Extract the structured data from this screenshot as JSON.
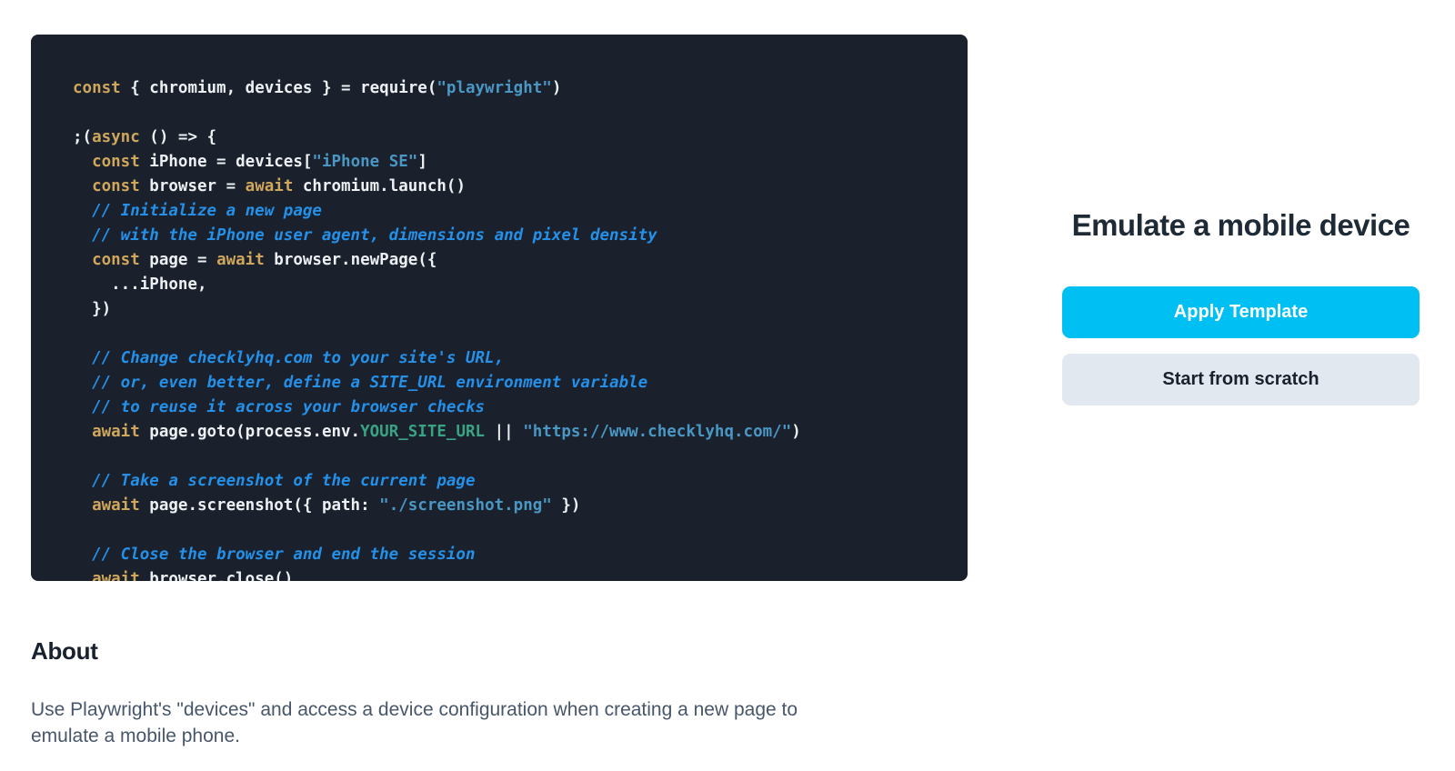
{
  "colors": {
    "code_background": "#1a202c",
    "token_keyword": "#cfa75c",
    "token_default": "#edf0f3",
    "token_comment": "#2490e8",
    "token_string": "#4a97c4",
    "token_env_var": "#3aa384",
    "apply_button_bg": "#00c0f3",
    "apply_button_text": "#ffffff",
    "scratch_button_bg": "#e2e8f0",
    "scratch_button_text": "#1a202c"
  },
  "code_panel": {
    "language": "javascript",
    "lines": [
      [
        [
          "kw",
          "const"
        ],
        [
          "def",
          " { chromium, devices } = require("
        ],
        [
          "str",
          "\"playwright\""
        ],
        [
          "def",
          ")"
        ]
      ],
      [],
      [
        [
          "def",
          ";("
        ],
        [
          "kw",
          "async"
        ],
        [
          "def",
          " () => {"
        ]
      ],
      [
        [
          "def",
          "  "
        ],
        [
          "kw",
          "const"
        ],
        [
          "def",
          " iPhone = devices["
        ],
        [
          "str",
          "\"iPhone SE\""
        ],
        [
          "def",
          "]"
        ]
      ],
      [
        [
          "def",
          "  "
        ],
        [
          "kw",
          "const"
        ],
        [
          "def",
          " browser = "
        ],
        [
          "kw",
          "await"
        ],
        [
          "def",
          " chromium.launch()"
        ]
      ],
      [
        [
          "com",
          "  // Initialize a new page"
        ]
      ],
      [
        [
          "com",
          "  // with the iPhone user agent, dimensions and pixel density"
        ]
      ],
      [
        [
          "def",
          "  "
        ],
        [
          "kw",
          "const"
        ],
        [
          "def",
          " page = "
        ],
        [
          "kw",
          "await"
        ],
        [
          "def",
          " browser.newPage({"
        ]
      ],
      [
        [
          "def",
          "    ...iPhone,"
        ]
      ],
      [
        [
          "def",
          "  })"
        ]
      ],
      [],
      [
        [
          "com",
          "  // Change checklyhq.com to your site's URL,"
        ]
      ],
      [
        [
          "com",
          "  // or, even better, define a SITE_URL environment variable"
        ]
      ],
      [
        [
          "com",
          "  // to reuse it across your browser checks"
        ]
      ],
      [
        [
          "def",
          "  "
        ],
        [
          "kw",
          "await"
        ],
        [
          "def",
          " page.goto(process.env."
        ],
        [
          "env",
          "YOUR_SITE_URL"
        ],
        [
          "def",
          " || "
        ],
        [
          "str",
          "\"https://www.checklyhq.com/\""
        ],
        [
          "def",
          ")"
        ]
      ],
      [],
      [
        [
          "com",
          "  // Take a screenshot of the current page"
        ]
      ],
      [
        [
          "def",
          "  "
        ],
        [
          "kw",
          "await"
        ],
        [
          "def",
          " page.screenshot({ path: "
        ],
        [
          "str",
          "\"./screenshot.png\""
        ],
        [
          "def",
          " })"
        ]
      ],
      [],
      [
        [
          "com",
          "  // Close the browser and end the session"
        ]
      ],
      [
        [
          "def",
          "  "
        ],
        [
          "kw",
          "await"
        ],
        [
          "def",
          " browser.close()"
        ]
      ]
    ]
  },
  "template_panel": {
    "title": "Emulate a mobile device",
    "apply_button_label": "Apply Template",
    "scratch_button_label": "Start from scratch"
  },
  "about_section": {
    "heading": "About",
    "description": "Use Playwright's \"devices\" and access a device configuration when creating a new page to emulate a mobile phone."
  }
}
